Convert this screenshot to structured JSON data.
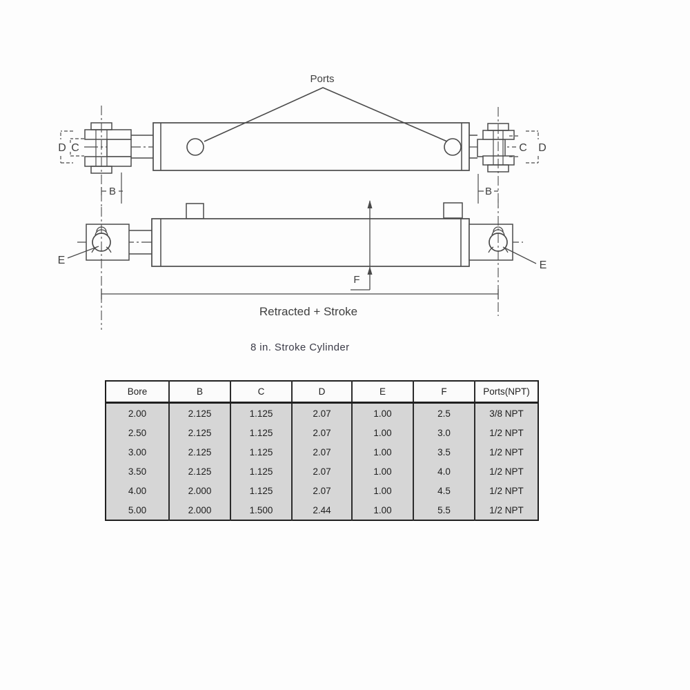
{
  "title": "8 in. Stroke Cylinder",
  "diagram": {
    "ports_label": "Ports",
    "retracted_label": "Retracted + Stroke",
    "labels": {
      "b": "B",
      "c": "C",
      "d": "D",
      "e": "E",
      "f": "F"
    }
  },
  "table": {
    "headers": [
      "Bore",
      "B",
      "C",
      "D",
      "E",
      "F",
      "Ports(NPT)"
    ],
    "rows": [
      [
        "2.00",
        "2.125",
        "1.125",
        "2.07",
        "1.00",
        "2.5",
        "3/8 NPT"
      ],
      [
        "2.50",
        "2.125",
        "1.125",
        "2.07",
        "1.00",
        "3.0",
        "1/2 NPT"
      ],
      [
        "3.00",
        "2.125",
        "1.125",
        "2.07",
        "1.00",
        "3.5",
        "1/2 NPT"
      ],
      [
        "3.50",
        "2.125",
        "1.125",
        "2.07",
        "1.00",
        "4.0",
        "1/2 NPT"
      ],
      [
        "4.00",
        "2.000",
        "1.125",
        "2.07",
        "1.00",
        "4.5",
        "1/2 NPT"
      ],
      [
        "5.00",
        "2.000",
        "1.500",
        "2.44",
        "1.00",
        "5.5",
        "1/2 NPT"
      ]
    ]
  },
  "colors": {
    "line": "#4a4a4a",
    "row_bg": "#d6d6d6",
    "title_color": "#3b3b47"
  }
}
